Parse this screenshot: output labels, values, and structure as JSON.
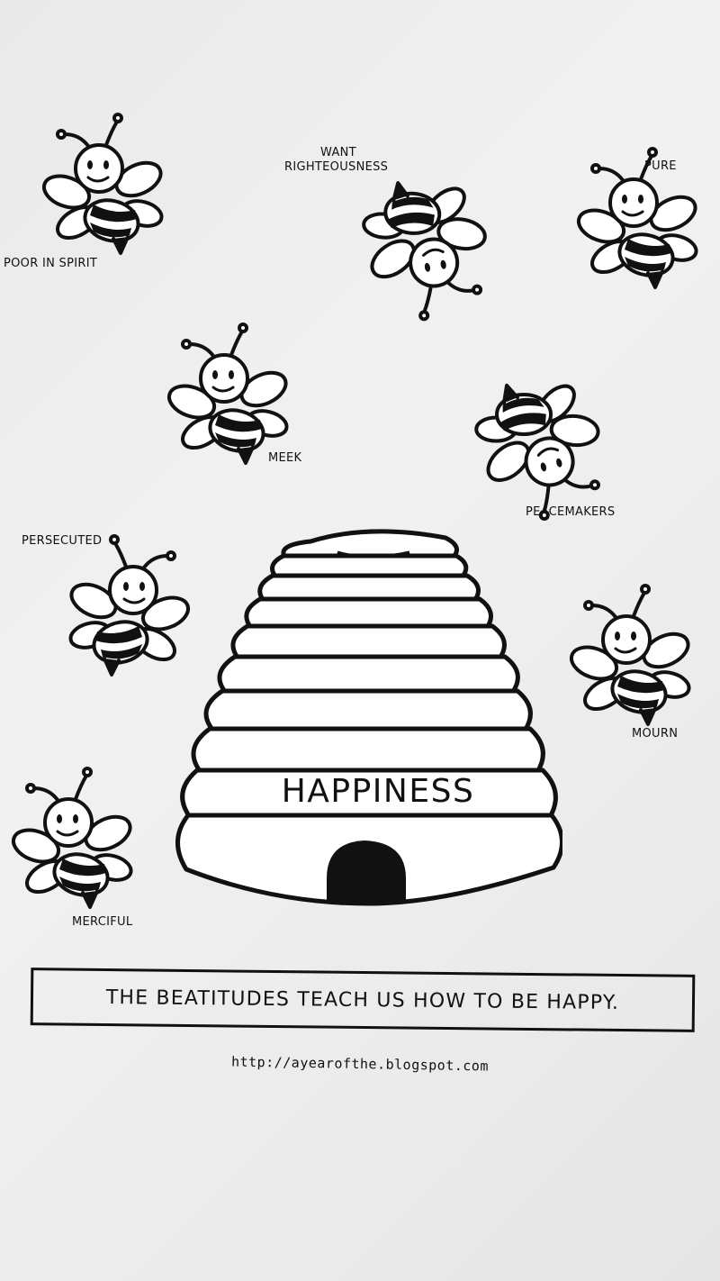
{
  "bees": [
    {
      "id": "poor-in-spirit",
      "label": "POOR IN SPIRIT"
    },
    {
      "id": "want-righteousness",
      "label_line1": "WANT",
      "label_line2": "RIGHTEOUSNESS"
    },
    {
      "id": "pure",
      "label": "PURE"
    },
    {
      "id": "meek",
      "label": "MEEK"
    },
    {
      "id": "peacemakers",
      "label": "PEACEMAKERS"
    },
    {
      "id": "persecuted",
      "label": "PERSECUTED"
    },
    {
      "id": "mourn",
      "label": "MOURN"
    },
    {
      "id": "merciful",
      "label": "MERCIFUL"
    }
  ],
  "hive": {
    "label": "HAPPINESS"
  },
  "caption": "THE BEATITUDES TEACH US HOW TO BE HAPPY.",
  "url": "http://ayearofthe.blogspot.com"
}
